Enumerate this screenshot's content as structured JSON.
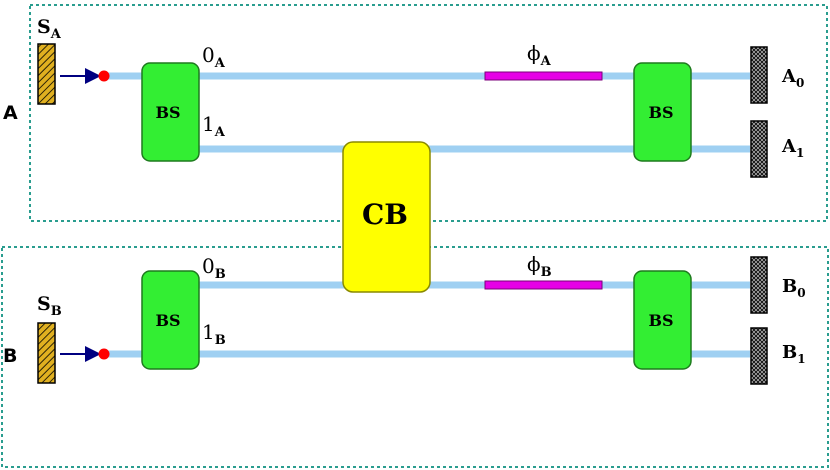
{
  "colors": {
    "box_border": "#2a9d8f",
    "fiber": "#9fd0f2",
    "beam_splitter": "#33ee33",
    "beam_splitter_border": "#1e7a1e",
    "central_box": "#ffff00",
    "central_box_border": "#8a8a00",
    "phase_shifter": "#e600e6",
    "source": "#e0b020",
    "detector": "#555555",
    "emitter_dot": "#ff0000",
    "arrow": "#000080"
  },
  "icons": {
    "source": "hatched-source-icon",
    "detector": "hatched-detector-icon",
    "emitter": "red-dot-icon",
    "arrow": "right-arrow-icon"
  },
  "labels": {
    "party_a": "A",
    "party_b": "B",
    "central_box": "CB",
    "beam_splitter": "BS"
  },
  "source_a": {
    "main": "S",
    "sub": "A"
  },
  "source_b": {
    "main": "S",
    "sub": "B"
  },
  "ports_a": [
    {
      "main": "0",
      "sub": "A"
    },
    {
      "main": "1",
      "sub": "A"
    }
  ],
  "ports_b": [
    {
      "main": "0",
      "sub": "B"
    },
    {
      "main": "1",
      "sub": "B"
    }
  ],
  "phase_a": {
    "main": "ϕ",
    "sub": "A"
  },
  "phase_b": {
    "main": "ϕ",
    "sub": "B"
  },
  "detectors_a": [
    {
      "main": "A",
      "sub": "0"
    },
    {
      "main": "A",
      "sub": "1"
    }
  ],
  "detectors_b": [
    {
      "main": "B",
      "sub": "0"
    },
    {
      "main": "B",
      "sub": "1"
    }
  ]
}
